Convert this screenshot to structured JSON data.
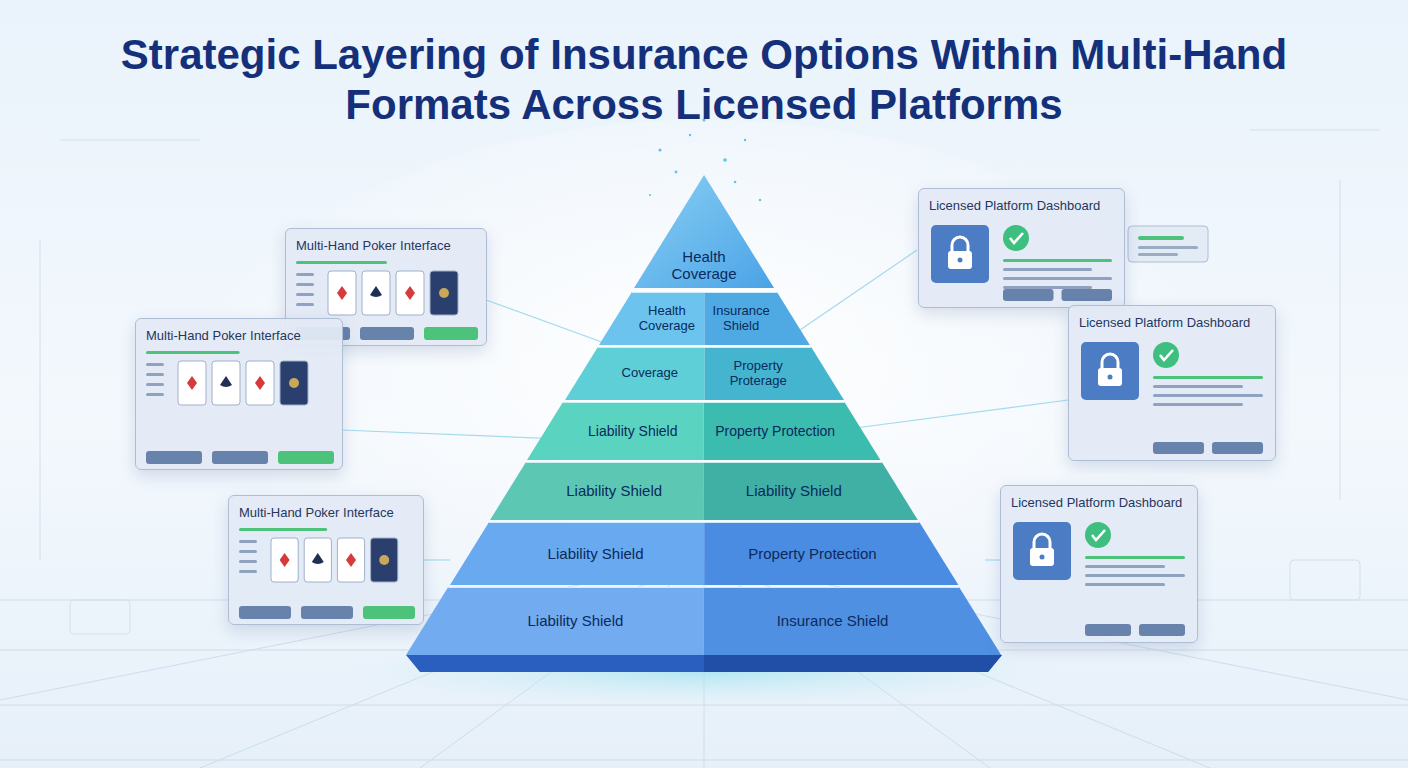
{
  "diagram": {
    "title": "Strategic Layering of Insurance Options Within Multi-Hand Formats Across Licensed Platforms",
    "nodes": [
      {
        "text": [
          "Multi-Hand Poker Interface"
        ]
      },
      {
        "text": [
          "Multi-Hand Poker Interface"
        ]
      },
      {
        "text": [
          "Multi-Hand Poker Interface"
        ]
      },
      {
        "text": [
          "Health Coverage"
        ]
      },
      {
        "text": [
          "Health Coverage",
          "Insurance Shield"
        ]
      },
      {
        "text": [
          "Coverage",
          "Property Proterage"
        ]
      },
      {
        "text": [
          "Liability Shield",
          "Property Protection"
        ]
      },
      {
        "text": [
          "Liability Shield",
          "Liability Shield"
        ]
      },
      {
        "text": [
          "Liability Shield",
          "Property Protection"
        ]
      },
      {
        "text": [
          "Liability Shield",
          "Insurance Shield"
        ]
      },
      {
        "text": [
          "Licensed Platform Dashboard"
        ]
      },
      {
        "text": [
          "Licensed Platform Dashboard"
        ]
      },
      {
        "text": [
          "Licensed Platform Dashboard"
        ]
      }
    ]
  }
}
